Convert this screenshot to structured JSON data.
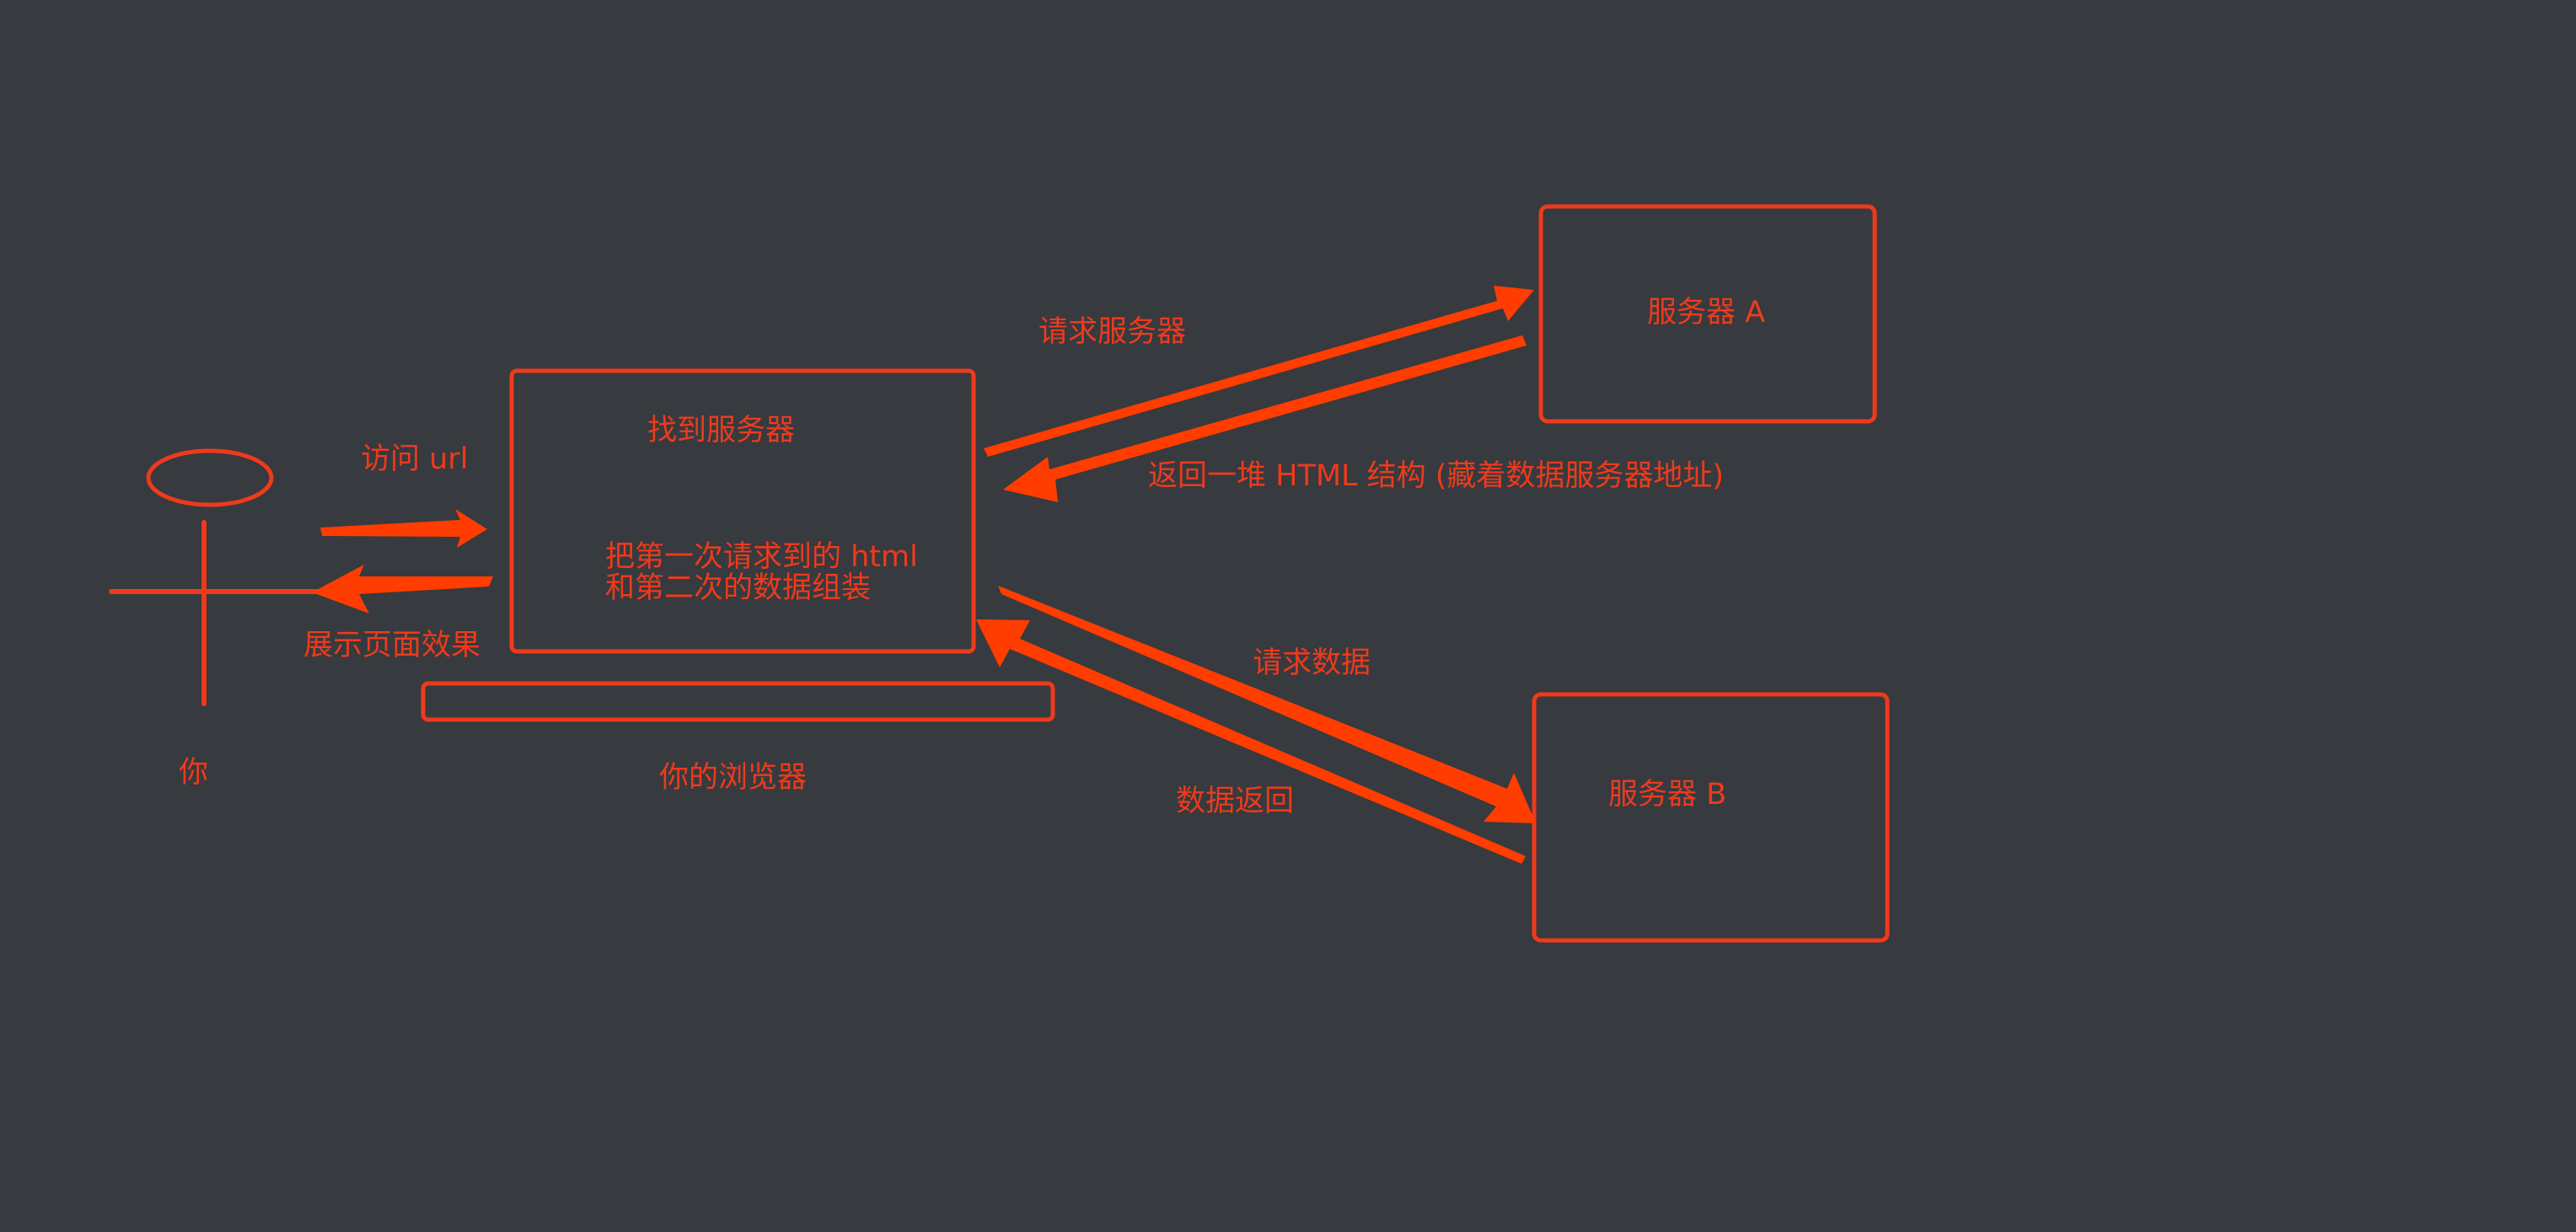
{
  "colors": {
    "background": "#373a3e",
    "stroke": "#ee3a1c",
    "arrow": "#ff3d00"
  },
  "actor": {
    "label": "你"
  },
  "browser": {
    "label": "你的浏览器",
    "title": "找到服务器",
    "assemble_line1": "把第一次请求到的 html",
    "assemble_line2": "和第二次的数据组装"
  },
  "server_a": {
    "label": "服务器 A"
  },
  "server_b": {
    "label": "服务器 B"
  },
  "edges": {
    "visit_url": "访问 url",
    "show_page": "展示页面效果",
    "request_server": "请求服务器",
    "return_html": "返回一堆 HTML 结构 (藏着数据服务器地址)",
    "request_data": "请求数据",
    "data_return": "数据返回"
  }
}
